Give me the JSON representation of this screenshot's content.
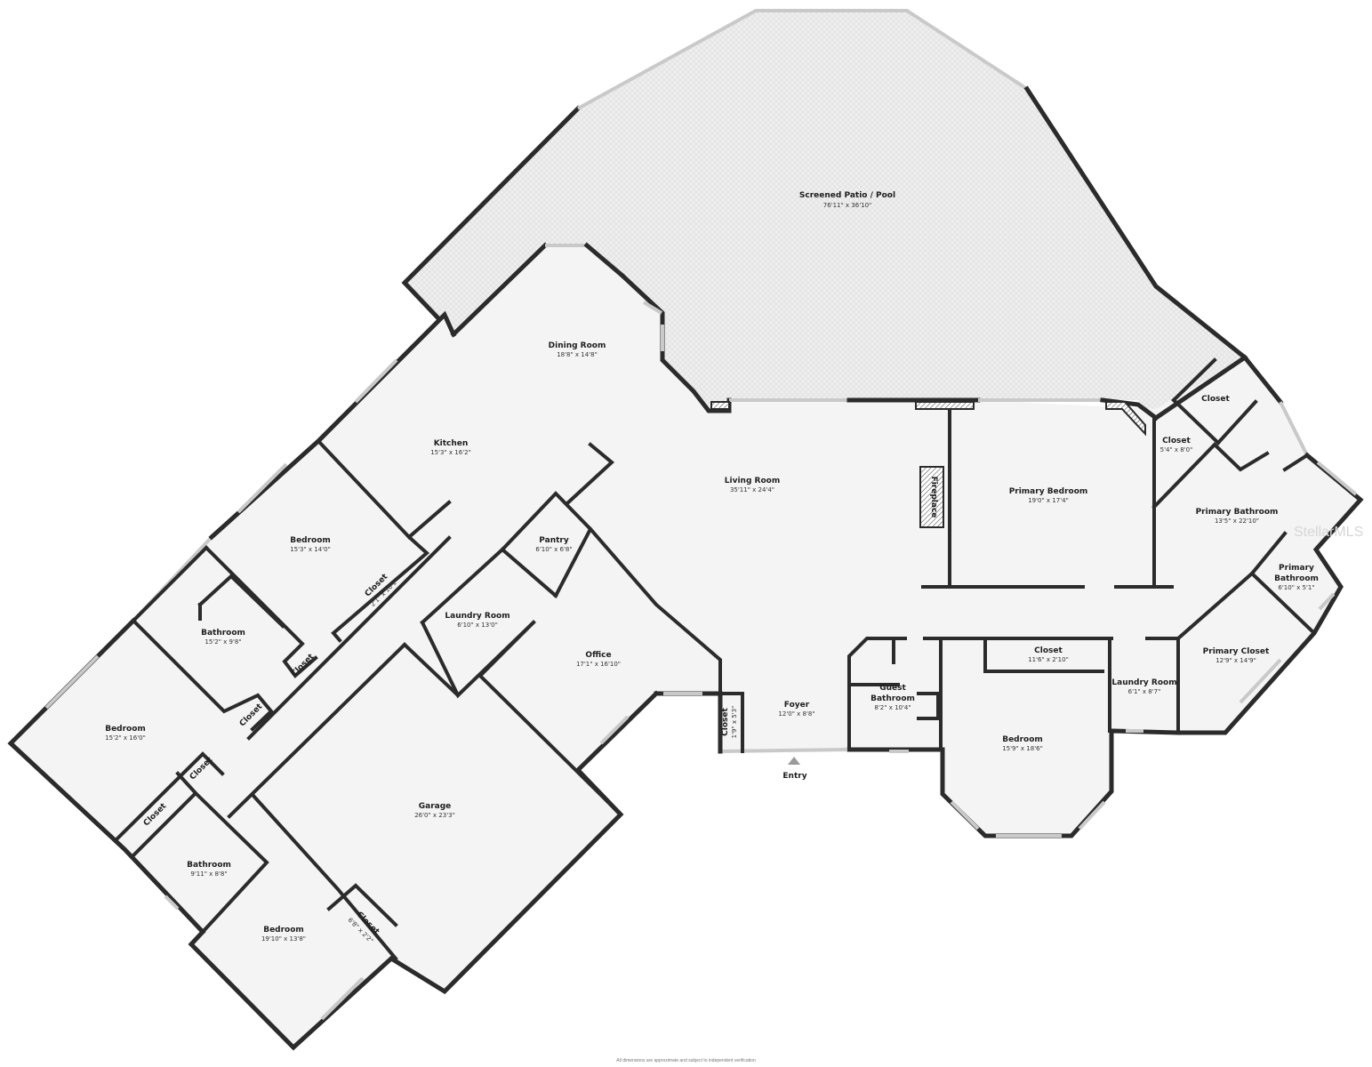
{
  "rooms": [
    {
      "id": "screened-patio-pool",
      "name": "Screened Patio / Pool",
      "dim": "76'11\" x 36'10\""
    },
    {
      "id": "dining-room",
      "name": "Dining Room",
      "dim": "18'8\" x 14'8\""
    },
    {
      "id": "kitchen",
      "name": "Kitchen",
      "dim": "15'3\" x 16'2\""
    },
    {
      "id": "living-room",
      "name": "Living Room",
      "dim": "35'11\" x 24'4\""
    },
    {
      "id": "primary-bedroom",
      "name": "Primary Bedroom",
      "dim": "19'0\" x 17'4\""
    },
    {
      "id": "closet-upper",
      "name": "Closet",
      "dim": ""
    },
    {
      "id": "closet-5-4",
      "name": "Closet",
      "dim": "5'4\" x 8'0\""
    },
    {
      "id": "primary-bathroom",
      "name": "Primary Bathroom",
      "dim": "13'5\" x 22'10\""
    },
    {
      "id": "primary-bathroom-small-1",
      "name": "Primary",
      "dim": ""
    },
    {
      "id": "primary-bathroom-small-2",
      "name": "Bathroom",
      "dim": "6'10\" x 5'1\""
    },
    {
      "id": "primary-closet",
      "name": "Primary Closet",
      "dim": "12'9\" x 14'9\""
    },
    {
      "id": "bedroom-1",
      "name": "Bedroom",
      "dim": "15'3\" x 14'0\""
    },
    {
      "id": "closet-bed1",
      "name": "Closet",
      "dim": "2'1\" x 10'1\""
    },
    {
      "id": "pantry",
      "name": "Pantry",
      "dim": "6'10\" x 6'8\""
    },
    {
      "id": "bathroom-1",
      "name": "Bathroom",
      "dim": "15'2\" x 9'8\""
    },
    {
      "id": "laundry-room-1",
      "name": "Laundry Room",
      "dim": "6'10\" x 13'0\""
    },
    {
      "id": "office",
      "name": "Office",
      "dim": "17'1\" x 16'10\""
    },
    {
      "id": "closet-hall-1",
      "name": "Closet",
      "dim": ""
    },
    {
      "id": "closet-hall-2",
      "name": "Closet",
      "dim": ""
    },
    {
      "id": "bedroom-2",
      "name": "Bedroom",
      "dim": "15'2\" x 16'0\""
    },
    {
      "id": "closet-hall-3",
      "name": "Closet",
      "dim": ""
    },
    {
      "id": "closet-hall-4",
      "name": "Closet",
      "dim": ""
    },
    {
      "id": "closet-foyer",
      "name": "Closet",
      "dim": "1'9\" x 5'3\""
    },
    {
      "id": "foyer",
      "name": "Foyer",
      "dim": "12'0\" x 8'8\""
    },
    {
      "id": "guest-bathroom-1",
      "name": "Guest",
      "dim": ""
    },
    {
      "id": "guest-bathroom-2",
      "name": "Bathroom",
      "dim": "8'2\" x 10'4\""
    },
    {
      "id": "closet-11-6",
      "name": "Closet",
      "dim": "11'6\" x 2'10\""
    },
    {
      "id": "bedroom-3",
      "name": "Bedroom",
      "dim": "15'9\" x 18'6\""
    },
    {
      "id": "laundry-room-2",
      "name": "Laundry Room",
      "dim": "6'1\" x 8'7\""
    },
    {
      "id": "garage",
      "name": "Garage",
      "dim": "26'0\" x 23'3\""
    },
    {
      "id": "bathroom-2",
      "name": "Bathroom",
      "dim": "9'11\" x 8'8\""
    },
    {
      "id": "bedroom-4",
      "name": "Bedroom",
      "dim": "19'10\" x 13'8\""
    },
    {
      "id": "closet-bed4",
      "name": "Closet",
      "dim": "6'8\" x 2'2\""
    }
  ],
  "fixtures": {
    "fireplace": "Fireplace",
    "entry": "Entry"
  },
  "watermark": "StellarMLS",
  "disclaimer": "All dimensions are approximate and subject to independent verification"
}
